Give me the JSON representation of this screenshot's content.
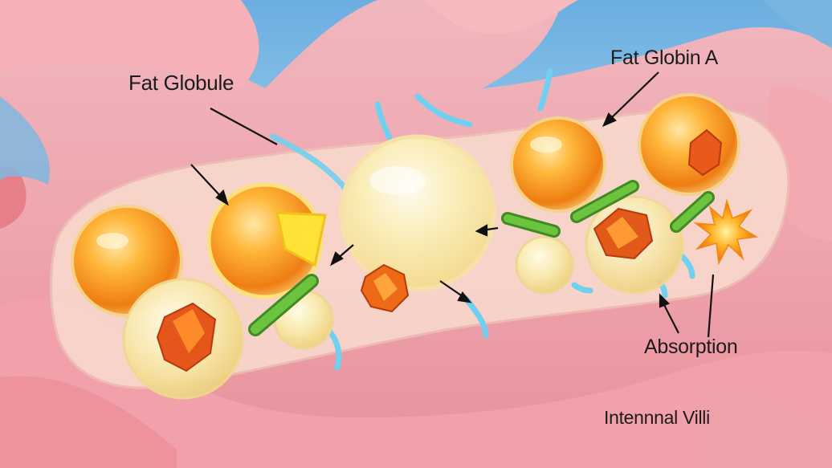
{
  "labels": {
    "fat_globule": "Fat Globule",
    "fat_globin": "Fat Globin A",
    "absorption": "Absorption",
    "villi": "Intennnal Villi"
  },
  "colors": {
    "background": "#8fc3e6",
    "tissue": "#f4a6ad",
    "tissue_dark": "#e8868f",
    "lumen": "#f8d8cf",
    "globule_orange": "#f39a1f",
    "globule_pale": "#f6e3a0",
    "crystal": "#e2501a",
    "rod_green": "#5fb23a",
    "stream_blue": "#6fd0f0",
    "arrow": "#111111"
  }
}
